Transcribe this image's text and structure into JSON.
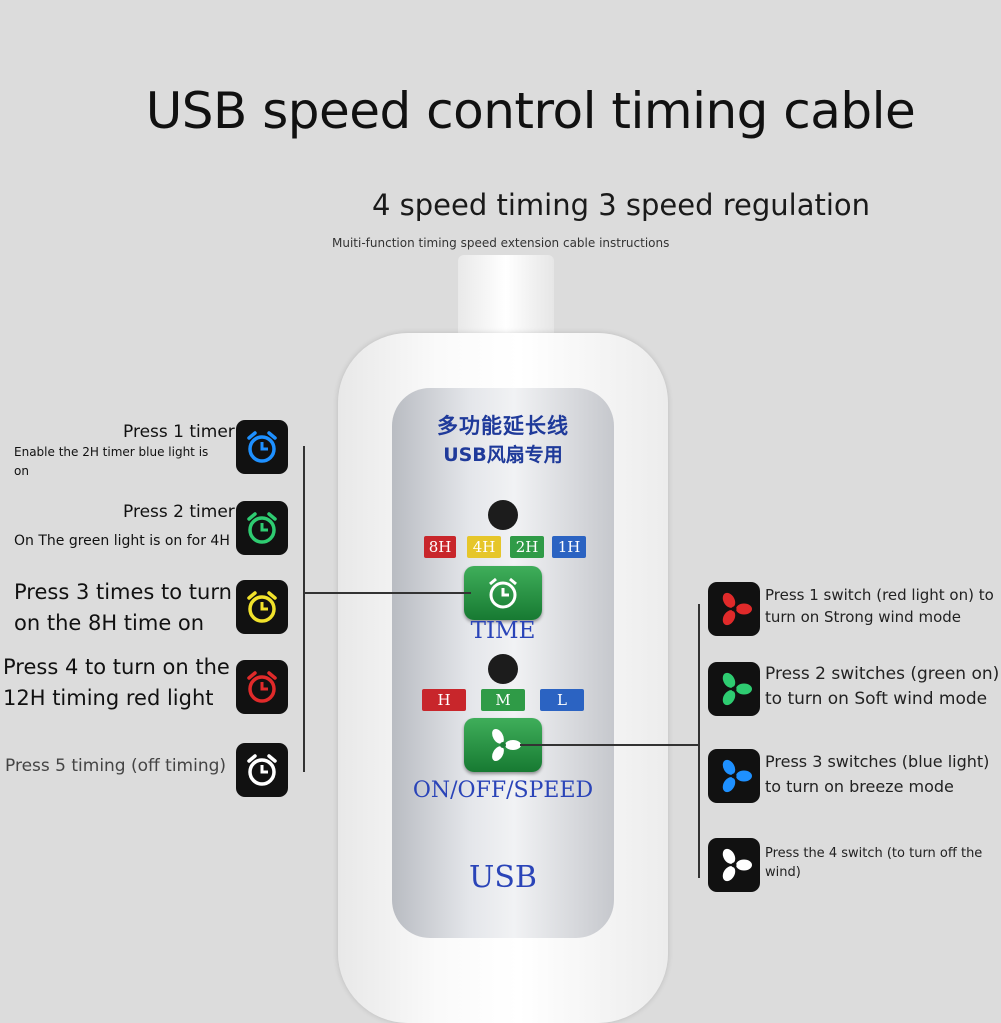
{
  "header": {
    "title": "USB speed control timing cable",
    "subtitle": "4 speed timing 3 speed regulation",
    "instructions": "Muiti-function timing speed extension cable instructions"
  },
  "device": {
    "chinese_line1": "多功能延长线",
    "chinese_line2": "USB风扇专用",
    "timer_tags": [
      "8H",
      "4H",
      "2H",
      "1H"
    ],
    "timer_tag_colors": [
      "#c8262b",
      "#e6c62a",
      "#2f9b47",
      "#2b63c2"
    ],
    "time_label": "TIME",
    "speed_tags": [
      "H",
      "M",
      "L"
    ],
    "speed_tag_colors": [
      "#c8262b",
      "#2f9b47",
      "#2b63c2"
    ],
    "speed_label": "ON/OFF/SPEED",
    "usb_label": "USB"
  },
  "timer_steps": [
    {
      "line1": "Press 1 timer",
      "line2": "Enable the 2H timer blue light is",
      "line3": "on",
      "icon": "blue-clock-icon",
      "color": "#1e90ff"
    },
    {
      "line1": "Press 2 timer",
      "line2": "On The green light is on for 4H",
      "icon": "green-clock-icon",
      "color": "#2ecc71"
    },
    {
      "line1": "Press 3 times to turn",
      "line2": "on the 8H time on",
      "icon": "yellow-clock-icon",
      "color": "#f1e22b"
    },
    {
      "line1": "Press 4 to turn on the",
      "line2": "12H timing red light",
      "icon": "red-clock-icon",
      "color": "#e02a2a"
    },
    {
      "line1": "Press 5 timing (off timing)",
      "icon": "white-clock-icon",
      "color": "#ffffff"
    }
  ],
  "speed_steps": [
    {
      "line1": "Press 1 switch (red light on) to",
      "line2": "turn on Strong wind mode",
      "icon": "red-fan-icon",
      "color": "#e02a2a"
    },
    {
      "line1": "Press 2 switches (green on)",
      "line2": "to turn on Soft wind mode",
      "icon": "green-fan-icon",
      "color": "#2ecc71"
    },
    {
      "line1": "Press 3 switches (blue light)",
      "line2": "to turn on breeze mode",
      "icon": "blue-fan-icon",
      "color": "#1e90ff"
    },
    {
      "line1": "Press the 4 switch (to turn off the",
      "line2": "wind)",
      "icon": "white-fan-icon",
      "color": "#ffffff"
    }
  ]
}
